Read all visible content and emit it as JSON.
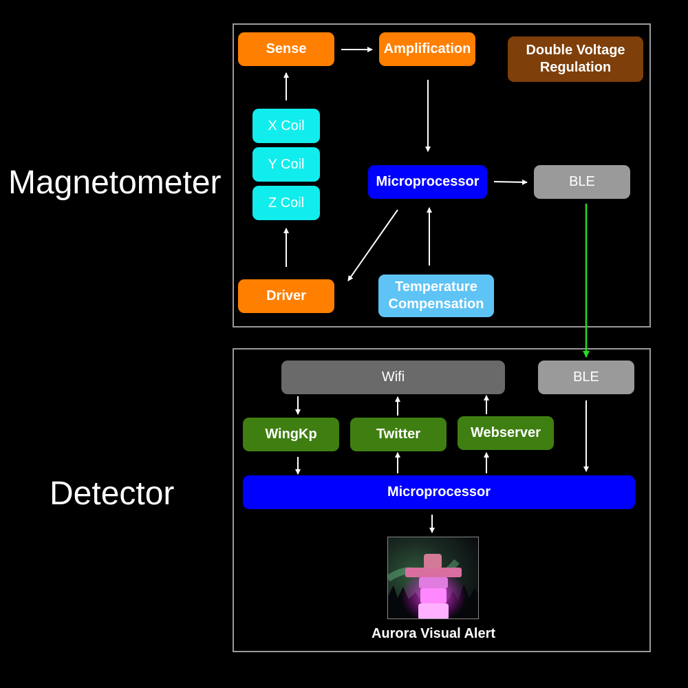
{
  "sections": {
    "magnetometer": "Magnetometer",
    "detector": "Detector"
  },
  "magnetometer_nodes": {
    "sense": "Sense",
    "amplification": "Amplification",
    "double_voltage": "Double Voltage\nRegulation",
    "x_coil": "X Coil",
    "y_coil": "Y Coil",
    "z_coil": "Z Coil",
    "microprocessor": "Microprocessor",
    "ble": "BLE",
    "driver": "Driver",
    "temperature": "Temperature\nCompensation"
  },
  "detector_nodes": {
    "wifi": "Wifi",
    "ble": "BLE",
    "wingkp": "WingKp",
    "twitter": "Twitter",
    "webserver": "Webserver",
    "microprocessor": "Microprocessor"
  },
  "alert": {
    "caption": "Aurora Visual Alert"
  },
  "colors": {
    "orange": "#ff7f00",
    "brown": "#7e3f0a",
    "cyan": "#11eded",
    "blue": "#0000fe",
    "gray": "#9a9a9a",
    "dark_gray": "#6a6a6a",
    "green": "#3f7f12",
    "light_blue": "#5ec3f5",
    "link_green": "#22dd22"
  }
}
